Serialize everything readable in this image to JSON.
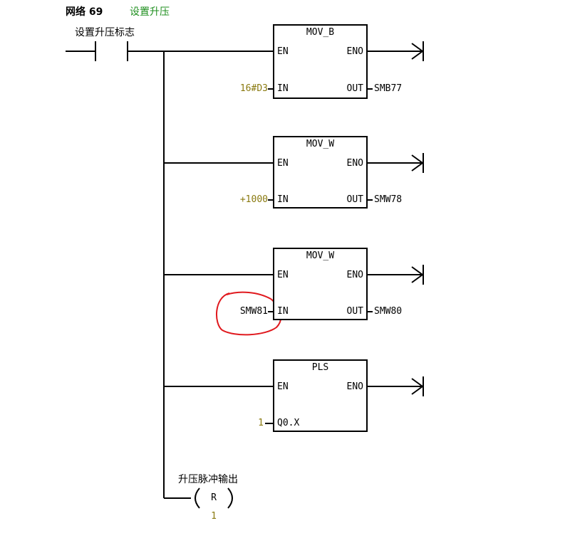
{
  "network": {
    "title": "网络 69",
    "comment": "设置升压"
  },
  "contact": {
    "label": "设置升压标志"
  },
  "blocks": [
    {
      "name": "MOV_B",
      "en": "EN",
      "eno": "ENO",
      "in_pin": "IN",
      "out_pin": "OUT",
      "in_value": "16#D3",
      "out_value": "SMB77"
    },
    {
      "name": "MOV_W",
      "en": "EN",
      "eno": "ENO",
      "in_pin": "IN",
      "out_pin": "OUT",
      "in_value": "+1000",
      "out_value": "SMW78"
    },
    {
      "name": "MOV_W",
      "en": "EN",
      "eno": "ENO",
      "in_pin": "IN",
      "out_pin": "OUT",
      "in_value": "SMW81",
      "out_value": "SMW80"
    },
    {
      "name": "PLS",
      "en": "EN",
      "eno": "ENO",
      "in_pin": "Q0.X",
      "in_value": "1"
    }
  ],
  "coil": {
    "label": "升压脉冲输出",
    "type": "R",
    "count": "1"
  },
  "colors": {
    "comment": "#1f8f1f",
    "constant": "#8a7a10",
    "wire": "#000000",
    "annotation": "#e0191e"
  }
}
